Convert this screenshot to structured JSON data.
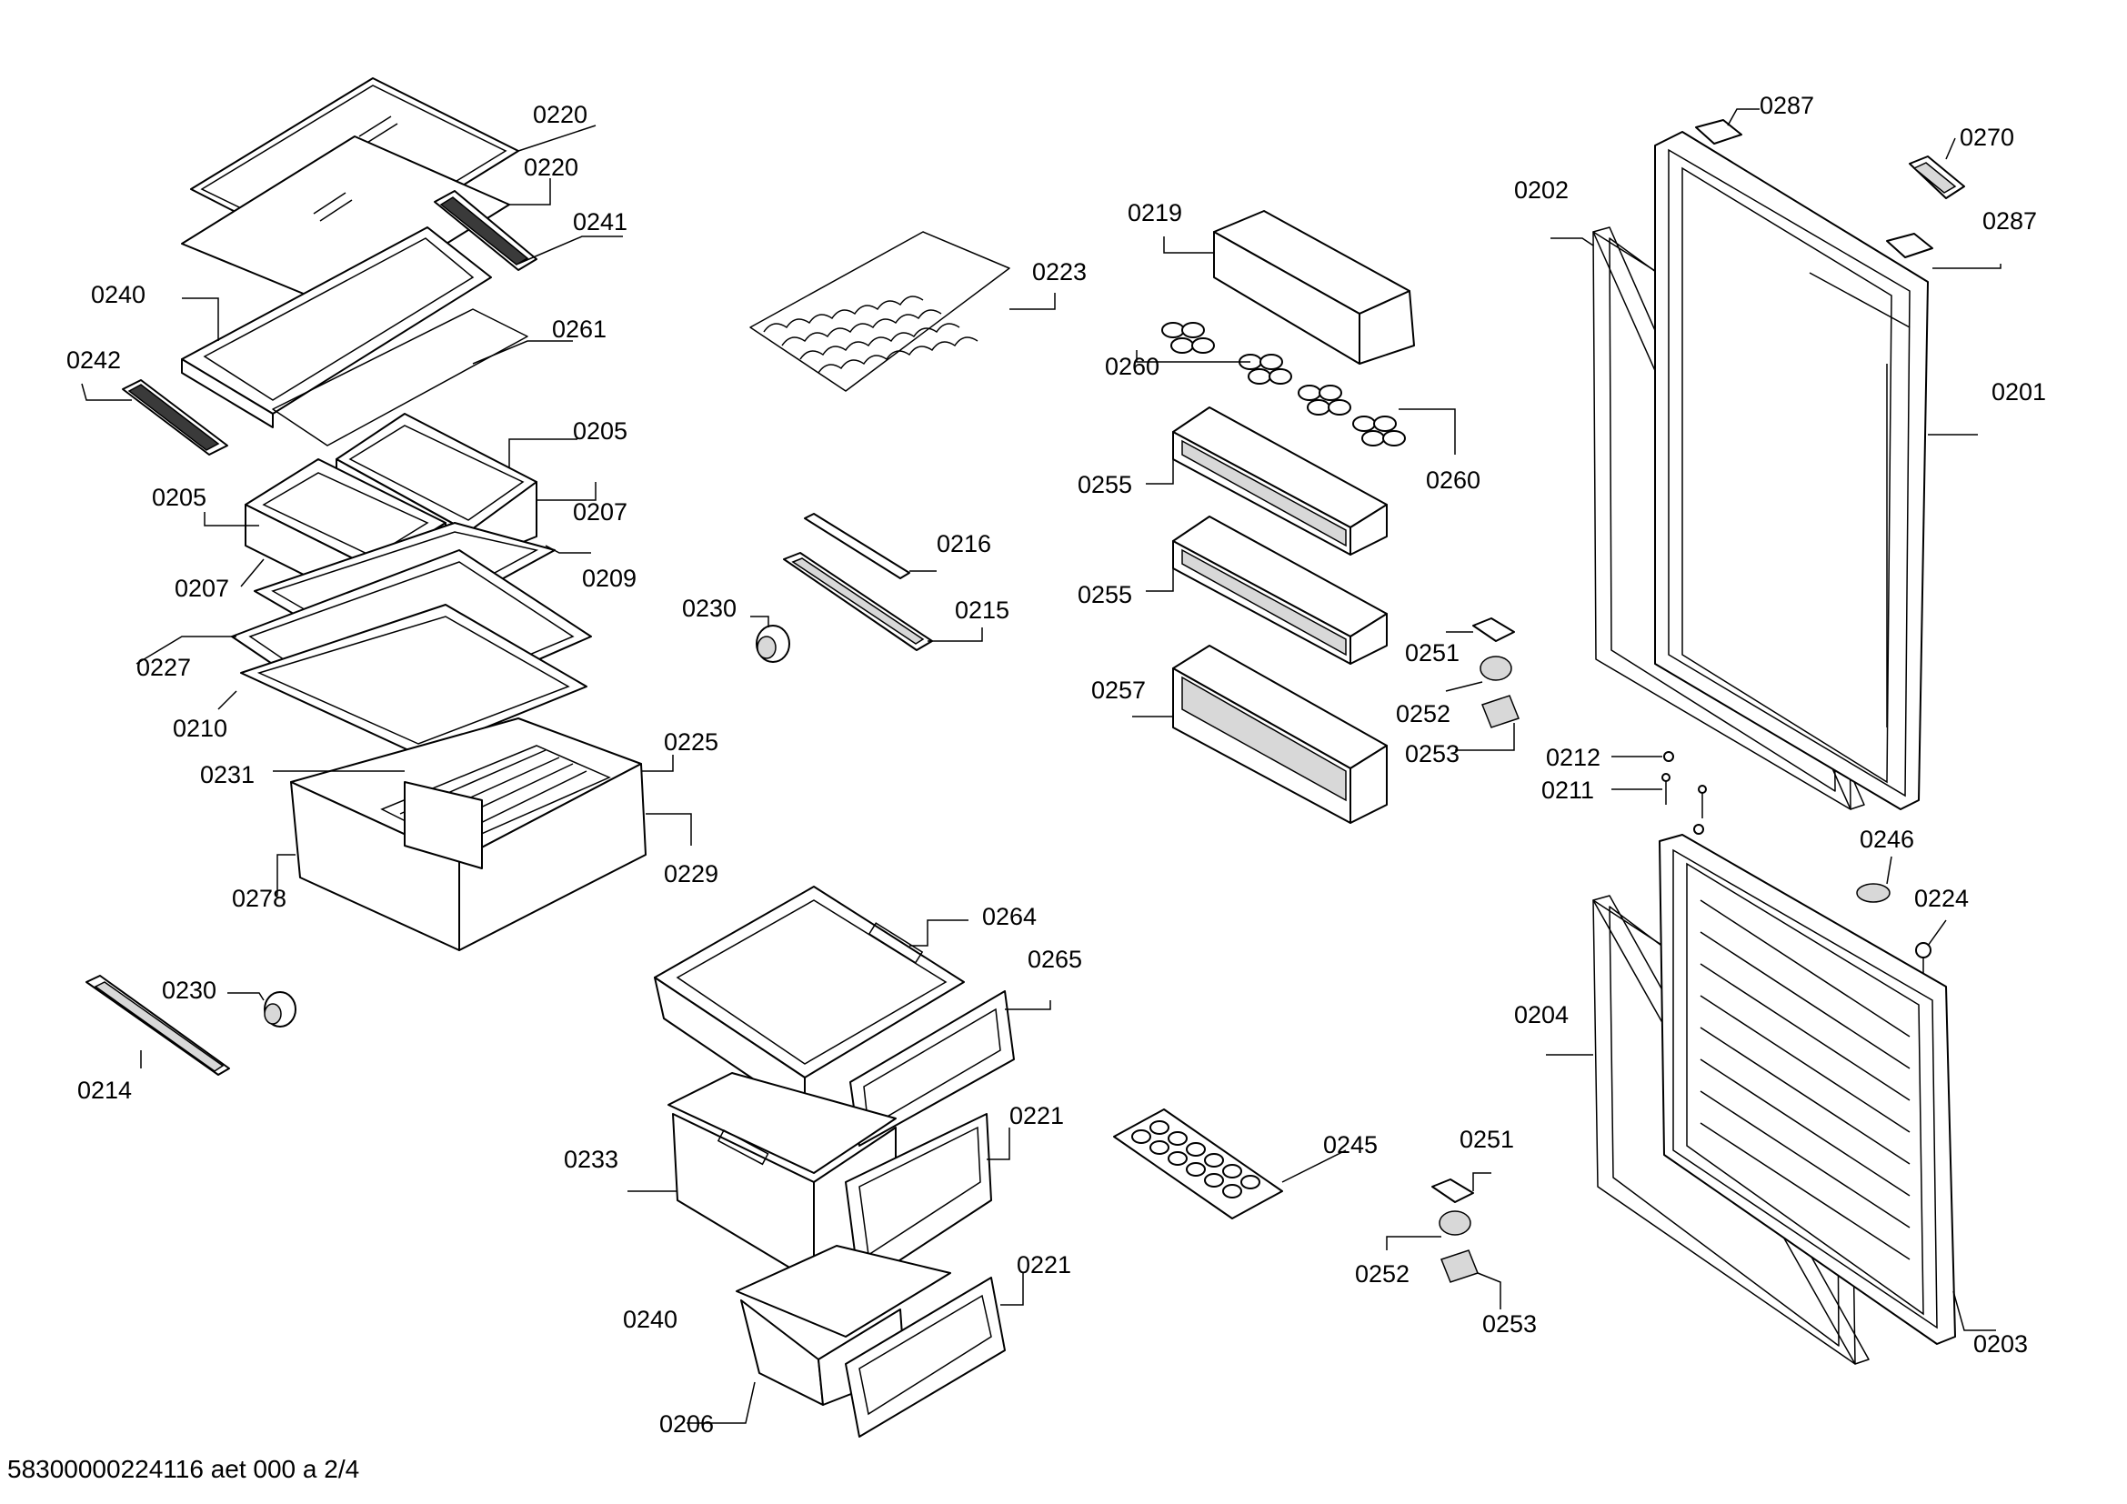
{
  "labels": {
    "l0220a": "0220",
    "l0220b": "0220",
    "l0241": "0241",
    "l0240a": "0240",
    "l0261": "0261",
    "l0242": "0242",
    "l0205a": "0205",
    "l0205b": "0205",
    "l0207a": "0207",
    "l0207b": "0207",
    "l0209": "0209",
    "l0227": "0227",
    "l0210": "0210",
    "l0231": "0231",
    "l0225": "0225",
    "l0229": "0229",
    "l0278": "0278",
    "l0230a": "0230",
    "l0230b": "0230",
    "l0214": "0214",
    "l0223": "0223",
    "l0216": "0216",
    "l0215": "0215",
    "l0264": "0264",
    "l0265": "0265",
    "l0221a": "0221",
    "l0221b": "0221",
    "l0233": "0233",
    "l0240b": "0240",
    "l0206": "0206",
    "l0219": "0219",
    "l0260a": "0260",
    "l0260b": "0260",
    "l0255a": "0255",
    "l0255b": "0255",
    "l0257": "0257",
    "l0251a": "0251",
    "l0252a": "0252",
    "l0253a": "0253",
    "l0245": "0245",
    "l0251b": "0251",
    "l0252b": "0252",
    "l0253b": "0253",
    "l0287a": "0287",
    "l0270": "0270",
    "l0287b": "0287",
    "l0202": "0202",
    "l0201": "0201",
    "l0212": "0212",
    "l0211": "0211",
    "l0246": "0246",
    "l0224": "0224",
    "l0204": "0204",
    "l0203": "0203"
  },
  "footer": "58300000224116 aet 000 a 2/4"
}
